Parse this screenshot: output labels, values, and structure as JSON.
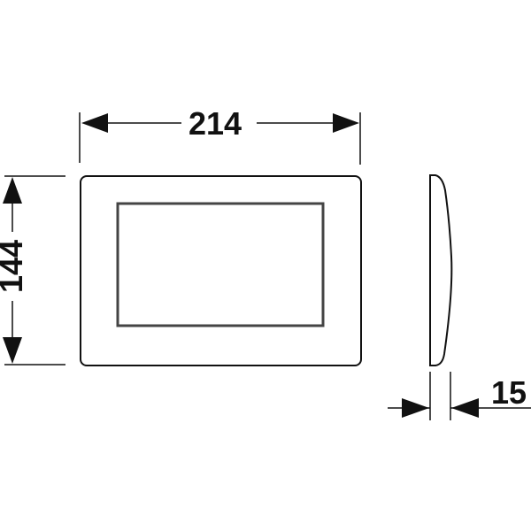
{
  "drawing": {
    "width_label": "214",
    "height_label": "144",
    "depth_label": "15",
    "line_color": "#111111"
  }
}
